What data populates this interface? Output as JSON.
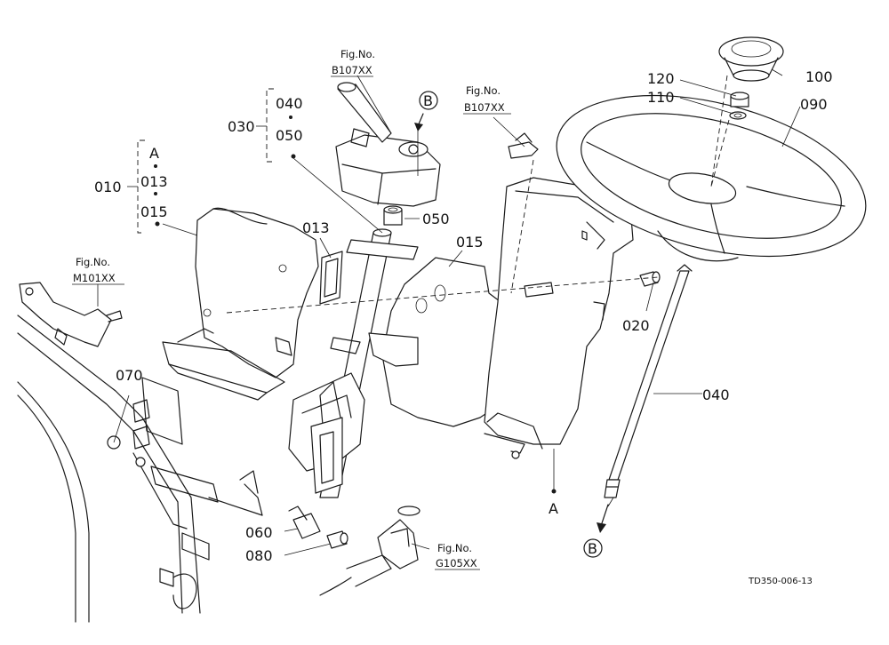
{
  "labels": {
    "l010": "010",
    "l013a": "013",
    "l015a": "015",
    "lA1": "A",
    "l013": "013",
    "l015": "015",
    "l030": "030",
    "l040a": "040",
    "l050a": "050",
    "l050": "050",
    "l020": "020",
    "l040": "040",
    "l060": "060",
    "l070": "070",
    "l080": "080",
    "l090": "090",
    "l100": "100",
    "l110": "110",
    "l120": "120",
    "lA2": "A",
    "lB1": "B",
    "lB2": "B"
  },
  "figrefs": {
    "f1_title": "Fig.No.",
    "f1_code": "B107XX",
    "f2_title": "Fig.No.",
    "f2_code": "B107XX",
    "f3_title": "Fig.No.",
    "f3_code": "M101XX",
    "f4_title": "Fig.No.",
    "f4_code": "G105XX"
  },
  "drawing_code": "TD350-006-13"
}
